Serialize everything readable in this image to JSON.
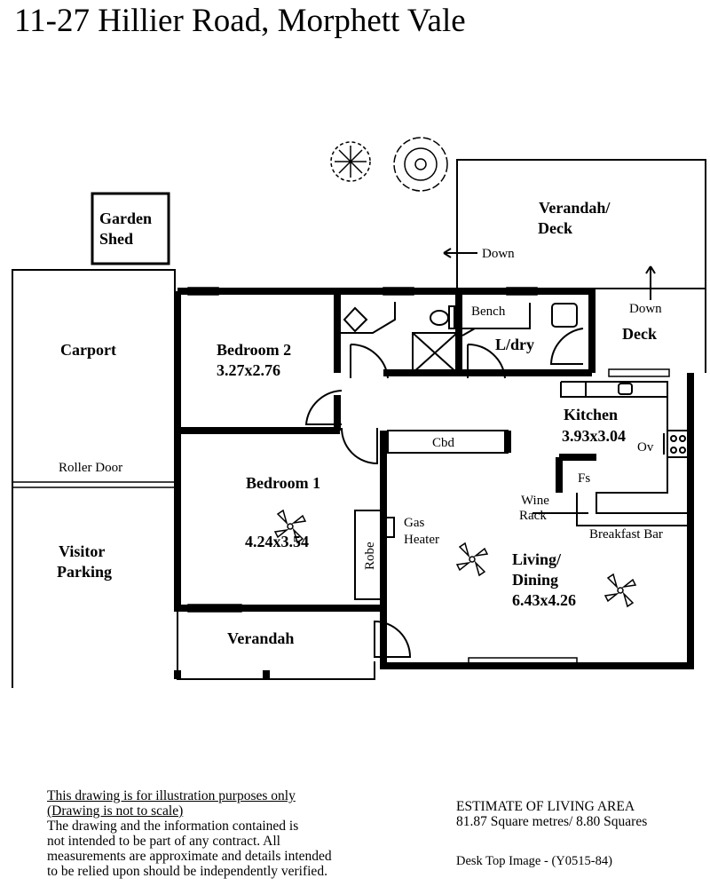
{
  "title": "11-27 Hillier Road, Morphett Vale",
  "rooms": {
    "garden_shed": [
      "Garden",
      "Shed"
    ],
    "carport": "Carport",
    "roller_door": "Roller Door",
    "visitor_parking": [
      "Visitor",
      "Parking"
    ],
    "bedroom2": {
      "name": "Bedroom 2",
      "size": "3.27x2.76"
    },
    "bedroom1": {
      "name": "Bedroom 1",
      "size": "4.24x3.54"
    },
    "robe": "Robe",
    "gas_heater": [
      "Gas",
      "Heater"
    ],
    "cbd": "Cbd",
    "bench": "Bench",
    "laundry": "L/dry",
    "deck": "Deck",
    "deck_down": "Down",
    "verandah_deck": [
      "Verandah/",
      "Deck"
    ],
    "verandah_deck_down": "Down",
    "kitchen": {
      "name": "Kitchen",
      "size": "3.93x3.04"
    },
    "oven": "Ov",
    "fridge_space": "Fs",
    "wine_rack": [
      "Wine",
      "Rack"
    ],
    "breakfast_bar": "Breakfast Bar",
    "living": {
      "name": [
        "Living/",
        "Dining"
      ],
      "size": "6.43x4.26"
    },
    "verandah": "Verandah"
  },
  "footer": {
    "disclaimer_underlined": [
      "This drawing is for illustration purposes only",
      "(Drawing is not to scale)"
    ],
    "disclaimer": [
      "The drawing and the information contained is",
      "not intended to be part of any contract.  All",
      "measurements are approximate and details intended",
      "to be relied upon should be independently verified."
    ],
    "area_heading": "ESTIMATE OF LIVING AREA",
    "area_value": "81.87  Square metres/  8.80 Squares",
    "image_ref": "Desk Top Image - (Y0515-84)"
  }
}
